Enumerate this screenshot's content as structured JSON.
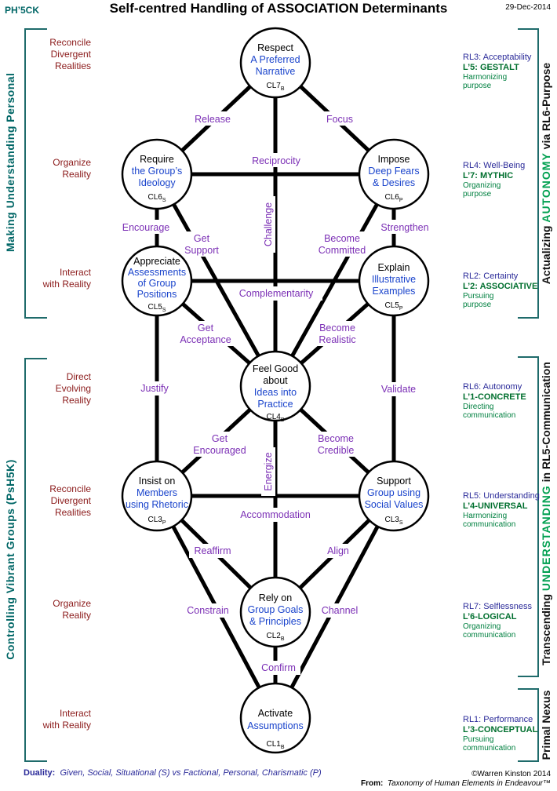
{
  "header": {
    "code": "PH’5CK",
    "title": "Self-centred Handling of ASSOCIATION Determinants",
    "date": "29-Dec-2014"
  },
  "left_sections": {
    "upper_label": "Making Understanding Personal",
    "lower_label": "Controlling Vibrant Groups (PsH5K)",
    "row_labels": [
      {
        "line1": "Reconcile",
        "line2": "Divergent",
        "line3": "Realities"
      },
      {
        "line1": "Organize",
        "line2": "Reality"
      },
      {
        "line1": "Interact",
        "line2": "with Reality"
      },
      {
        "line1": "Direct",
        "line2": "Evolving",
        "line3": "Reality"
      },
      {
        "line1": "Reconcile",
        "line2": "Divergent",
        "line3": "Realities"
      },
      {
        "line1": "Organize",
        "line2": "Reality"
      },
      {
        "line1": "Interact",
        "line2": "with Reality"
      }
    ]
  },
  "right_sections": {
    "upper": {
      "pre": "Actualizing",
      "key": "AUTONOMY",
      "post": "via RL6-Purpose"
    },
    "middle": {
      "pre": "Transcending",
      "key": "UNDERSTANDING",
      "post": "in RL5-Communication"
    },
    "lower": {
      "text": "Primal Nexus"
    },
    "boxes": [
      {
        "rl": "RL3: Acceptability",
        "level": "L’5: GESTALT",
        "purpose1": "Harmonizing",
        "purpose2": "purpose"
      },
      {
        "rl": "RL4: Well-Being",
        "level": "L’7: MYTHIC",
        "purpose1": "Organizing",
        "purpose2": "purpose"
      },
      {
        "rl": "RL2: Certainty",
        "level": "L’2: ASSOCIATIVE",
        "purpose1": "Pursuing",
        "purpose2": "purpose"
      },
      {
        "rl": "RL6: Autonomy",
        "level": "L’1-CONCRETE",
        "purpose1": "Directing",
        "purpose2": "communication"
      },
      {
        "rl": "RL5: Understanding",
        "level": "L’4-UNIVERSAL",
        "purpose1": "Harmonizing",
        "purpose2": "communication"
      },
      {
        "rl": "RL7: Selflessness",
        "level": "L’6-LOGICAL",
        "purpose1": "Organizing",
        "purpose2": "communication"
      },
      {
        "rl": "RL1: Performance",
        "level": "L’3-CONCEPTUAL",
        "purpose1": "Pursuing",
        "purpose2": "communication"
      }
    ]
  },
  "nodes": {
    "cl7": {
      "title": "Respect",
      "sub": [
        "A Preferred",
        "Narrative"
      ],
      "code": "CL7",
      "subscript": "B"
    },
    "cl6s": {
      "title": "Require",
      "sub": [
        "the Group’s",
        "Ideology"
      ],
      "code": "CL6",
      "subscript": "S"
    },
    "cl6p": {
      "title": "Impose",
      "sub": [
        "Deep Fears",
        "& Desires"
      ],
      "code": "CL6",
      "subscript": "P"
    },
    "cl5s": {
      "title": "Appreciate",
      "sub": [
        "Assessments",
        "of Group",
        "Positions"
      ],
      "code": "CL5",
      "subscript": "S"
    },
    "cl5p": {
      "title": "Explain",
      "sub": [
        "Illustrative",
        "Examples"
      ],
      "code": "CL5",
      "subscript": "P"
    },
    "cl4": {
      "title": "Feel Good",
      "title2": "about",
      "sub": [
        "Ideas into",
        "Practice"
      ],
      "code": "CL4",
      "subscript": "B"
    },
    "cl3p": {
      "title": "Insist on",
      "sub": [
        "Members",
        "using Rhetoric"
      ],
      "code": "CL3",
      "subscript": "P"
    },
    "cl3s": {
      "title": "Support",
      "sub": [
        "Group using",
        "Social Values"
      ],
      "code": "CL3",
      "subscript": "S"
    },
    "cl2": {
      "title": "Rely on",
      "sub": [
        "Group Goals",
        "& Principles"
      ],
      "code": "CL2",
      "subscript": "B"
    },
    "cl1": {
      "title": "Activate",
      "sub": [
        "Assumptions"
      ],
      "code": "CL1",
      "subscript": "B"
    }
  },
  "edge_labels": {
    "release": "Release",
    "focus": "Focus",
    "reciprocity": "Reciprocity",
    "challenge": "Challenge",
    "encourage": "Encourage",
    "strengthen": "Strengthen",
    "get_support": [
      "Get",
      "Support"
    ],
    "become_committed": [
      "Become",
      "Committed"
    ],
    "complementarity": "Complementarity",
    "get_acceptance": [
      "Get",
      "Acceptance"
    ],
    "become_realistic": [
      "Become",
      "Realistic"
    ],
    "justify": "Justify",
    "validate": "Validate",
    "get_encouraged": [
      "Get",
      "Encouraged"
    ],
    "become_credible": [
      "Become",
      "Credible"
    ],
    "energize": "Energize",
    "accommodation": "Accommodation",
    "reaffirm": "Reaffirm",
    "align": "Align",
    "constrain": "Constrain",
    "channel": "Channel",
    "confirm": "Confirm"
  },
  "footer": {
    "duality_label": "Duality:",
    "duality_text": "Given, Social, Situational (S) vs Factional, Personal, Charismatic (P)",
    "copyright": "©Warren Kinston 2014",
    "from_label": "From:",
    "from_text": "Taxonomy of Human Elements in Endeavour™"
  },
  "colors": {
    "teal": "#006666",
    "dark_red": "#8b1a1a",
    "purple": "#7b2fb5",
    "blue": "#1a44cc",
    "green": "#00a050",
    "navy": "#2a2a99"
  }
}
